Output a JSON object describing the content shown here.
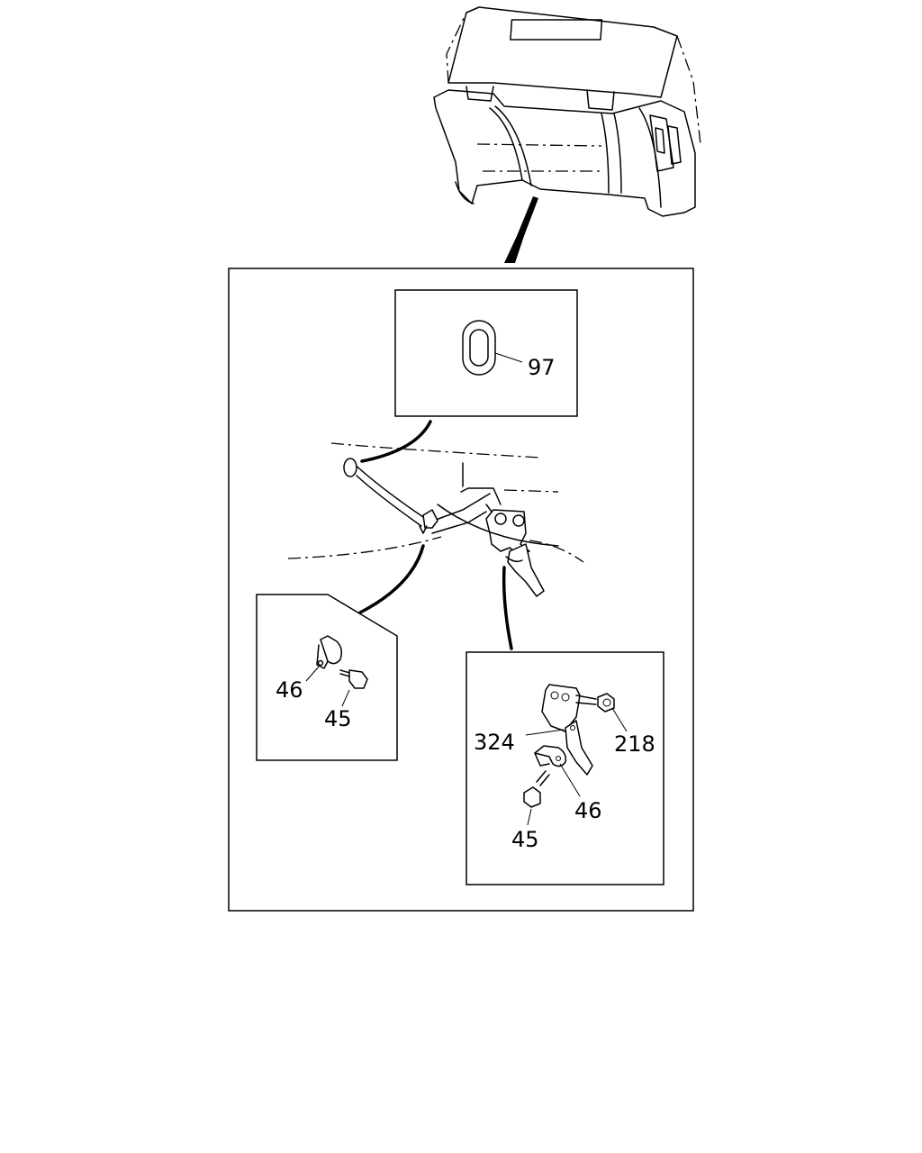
{
  "callouts": {
    "grommet": "97",
    "clip_left": "46",
    "bolt_left": "45",
    "bracket": "324",
    "nut": "218",
    "clip_right": "46",
    "bolt_right": "45"
  }
}
